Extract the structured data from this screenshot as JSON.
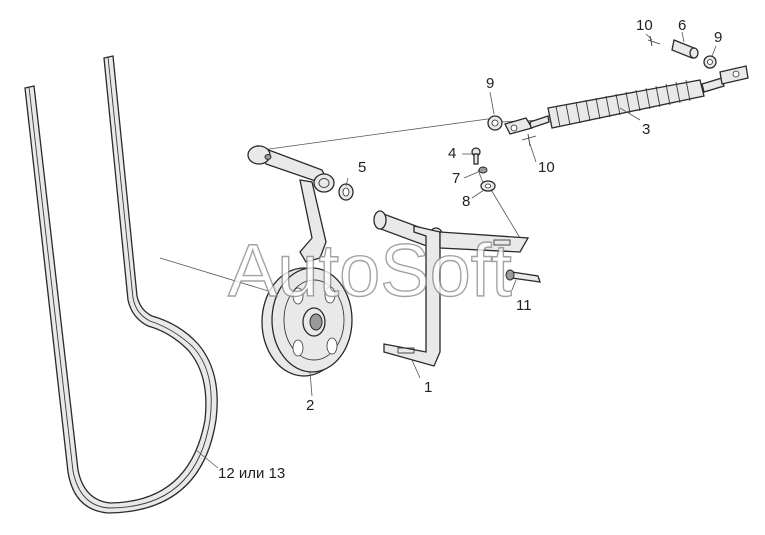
{
  "diagram": {
    "watermark": "AutoSoft",
    "callouts": [
      {
        "id": "1",
        "text": "1"
      },
      {
        "id": "2",
        "text": "2"
      },
      {
        "id": "3",
        "text": "3"
      },
      {
        "id": "4",
        "text": "4"
      },
      {
        "id": "5",
        "text": "5"
      },
      {
        "id": "6",
        "text": "6"
      },
      {
        "id": "7",
        "text": "7"
      },
      {
        "id": "8",
        "text": "8"
      },
      {
        "id": "9a",
        "text": "9"
      },
      {
        "id": "9b",
        "text": "9"
      },
      {
        "id": "10a",
        "text": "10"
      },
      {
        "id": "10b",
        "text": "10"
      },
      {
        "id": "11",
        "text": "11"
      },
      {
        "id": "12",
        "text": "12 или 13"
      }
    ]
  }
}
